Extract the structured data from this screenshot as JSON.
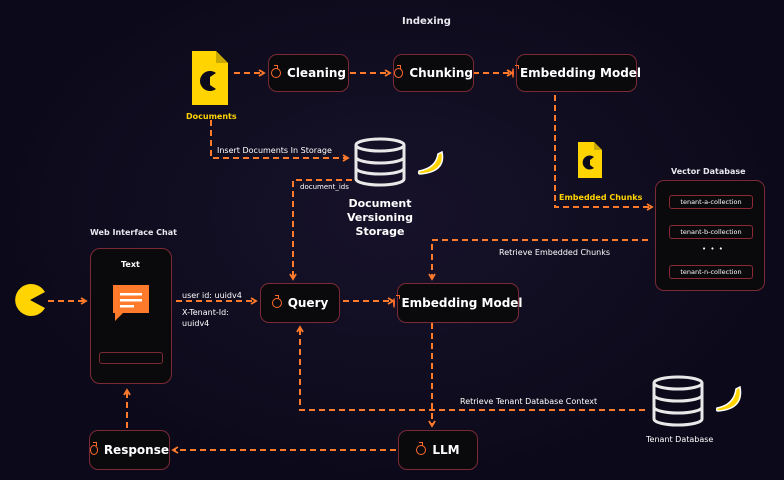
{
  "indexing_title": "Indexing",
  "nodes": {
    "cleaning": "Cleaning",
    "chunking": "Chunking",
    "embedding_top": "Embedding Model",
    "query": "Query",
    "embedding_mid": "Embedding Model",
    "llm": "LLM",
    "response": "Response"
  },
  "labels": {
    "documents": "Documents",
    "insert_docs": "Insert Documents In Storage",
    "document_ids": "document_ids",
    "versioning_storage": "Document\nVersioning Storage",
    "embedded_chunks": "Embedded Chunks",
    "vector_database": "Vector Database",
    "retrieve_embedded": "Retrieve Embedded Chunks",
    "web_interface_chat": "Web Interface Chat",
    "phone_text": "Text",
    "user_id": "user id: uuidv4",
    "tenant_header": "X-Tenant-Id:\nuuidv4",
    "retrieve_tenant": "Retrieve Tenant Database Context",
    "tenant_database": "Tenant Database"
  },
  "collections": [
    "tenant-a-collection",
    "tenant-b-collection",
    "tenant-n-collection"
  ],
  "collections_ellipsis": "• • •",
  "colors": {
    "arrow": "#ff7a2a",
    "node_border": "#7a2a35",
    "highlight": "#ffd400",
    "background": "#0c0a1a"
  },
  "icons": [
    "document-icon",
    "pacman-icon",
    "database-icon",
    "banana-icon",
    "chat-bubble-icon",
    "orange-circle-icon"
  ]
}
